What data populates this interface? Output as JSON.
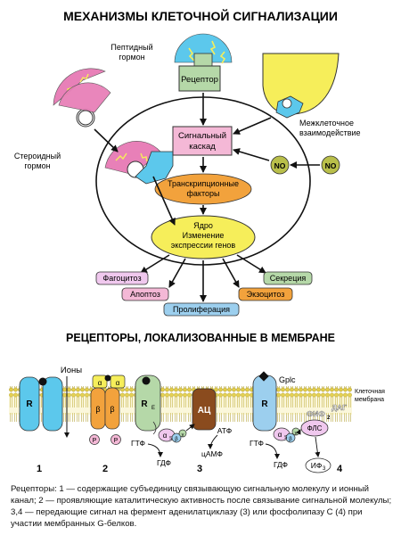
{
  "top": {
    "title": "МЕХАНИЗМЫ КЛЕТОЧНОЙ СИГНАЛИЗАЦИИ",
    "peptide_label": [
      "Пептидный",
      "гормон"
    ],
    "receptor_label": "Рецептор",
    "steroid_label": [
      "Стероидный",
      "гормон"
    ],
    "signal_cascade": [
      "Сигнальный",
      "каскад"
    ],
    "intercellular_label": [
      "Межклеточное",
      "взаимодействие"
    ],
    "no_label": "NO",
    "transcription": [
      "Транскрипционные",
      "факторы"
    ],
    "nucleus": [
      "Ядро",
      "Изменение",
      "экспрессии генов"
    ],
    "outcomes": {
      "phagocytosis": "Фагоцитоз",
      "secretion": "Секреция",
      "apoptosis": "Апоптоз",
      "exocytosis": "Экзоцитоз",
      "proliferation": "Пролиферация"
    }
  },
  "bottom": {
    "title": "РЕЦЕПТОРЫ, ЛОКАЛИЗОВАННЫЕ В МЕМБРАНЕ",
    "ions_label": "Ионы",
    "membrane_label": [
      "Клеточная",
      "мембрана"
    ],
    "r": "R",
    "alpha": "α",
    "beta": "β",
    "gamma": "γ",
    "re": "R",
    "re_sub": "E",
    "p": "P",
    "ac": "АЦ",
    "atp": "АТФ",
    "camp": "цАМФ",
    "gtp": "ГТФ",
    "gdp": "ГДФ",
    "alpha_s": "α",
    "alpha_s_sub": "S",
    "gplc": "Gplc",
    "pip2": "ФИФ",
    "pip2_sub": "2",
    "dag": "ДАГ",
    "plc": "ФЛС",
    "ip3": "ИФ",
    "ip3_sub": "3",
    "numbers": [
      "1",
      "2",
      "3",
      "4"
    ]
  },
  "caption": "Рецепторы: 1 — содержащие субъединицу связывающую сигнальную молекулу и ионный канал; 2 — проявляющие каталитическую активность после связывание сигнальной молекулы; 3,4 — передающие сигнал на фермент аденилатциклазу (3) или фосфолипазу С (4) при участии мембранных G-белков.",
  "colors": {
    "pink": "#e880b8",
    "pink_light": "#f4b8d6",
    "cyan": "#5cc8ec",
    "yellow": "#f6ee5a",
    "green_box": "#b5d8a8",
    "orange": "#f2a23c",
    "purple_light": "#f0c8ee",
    "brown": "#8a4b1e",
    "blue_light": "#9ccfee",
    "olive": "#b9bf4a"
  }
}
